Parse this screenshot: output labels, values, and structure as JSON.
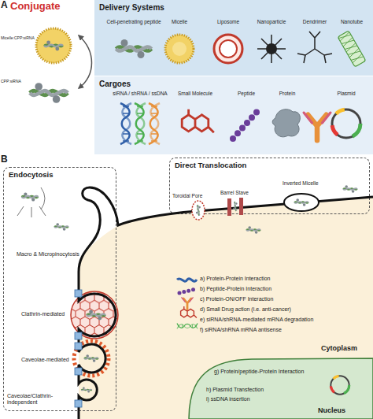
{
  "diagram": {
    "nodes": [
      {
        "text": [
          "Delivery Systems",
          "Cell-penetrating peptide",
          "Micelle",
          "Liposome",
          "Nanoparticle",
          "Dendrimer",
          "Nanotube"
        ]
      },
      {
        "text": [
          "Cargoes",
          "siRNA / shRNA / ssDNA",
          "Small Molecule",
          "Peptide",
          "Protein",
          "Plasmid"
        ]
      },
      {
        "text": [
          "Endocytosis",
          "Macro & Micropinocytosis",
          "Clathrin-mediated",
          "Caveolae-mediated",
          "Caveolae/Clathrin-independent"
        ]
      },
      {
        "text": [
          "Direct Translocation",
          "Toroidal Pore",
          "Barrel Stave",
          "Inverted Micelle"
        ]
      },
      {
        "text": [
          "a) Protein-Protein Interaction",
          "b) Peptide-Protein Interaction",
          "c) Protein-ON/OFF Interaction",
          "d) Small Drug action (i.e. anti-cancer)",
          "e) siRNA/shRNA-mediated mRNA degradation",
          "f) siRNA/shRNA mRNA antisense",
          "Cytoplasm"
        ]
      },
      {
        "text": [
          "g) Protein/peptide-Protein Interaction",
          "h) Plasmid Transfection",
          "i) ssDNA insertion",
          "Nucleus"
        ],
        "in": 4
      }
    ],
    "labels": [
      "A",
      "Conjugate",
      "Micelle:CPP:siRNA",
      "CPP:siRNA",
      "B"
    ]
  }
}
